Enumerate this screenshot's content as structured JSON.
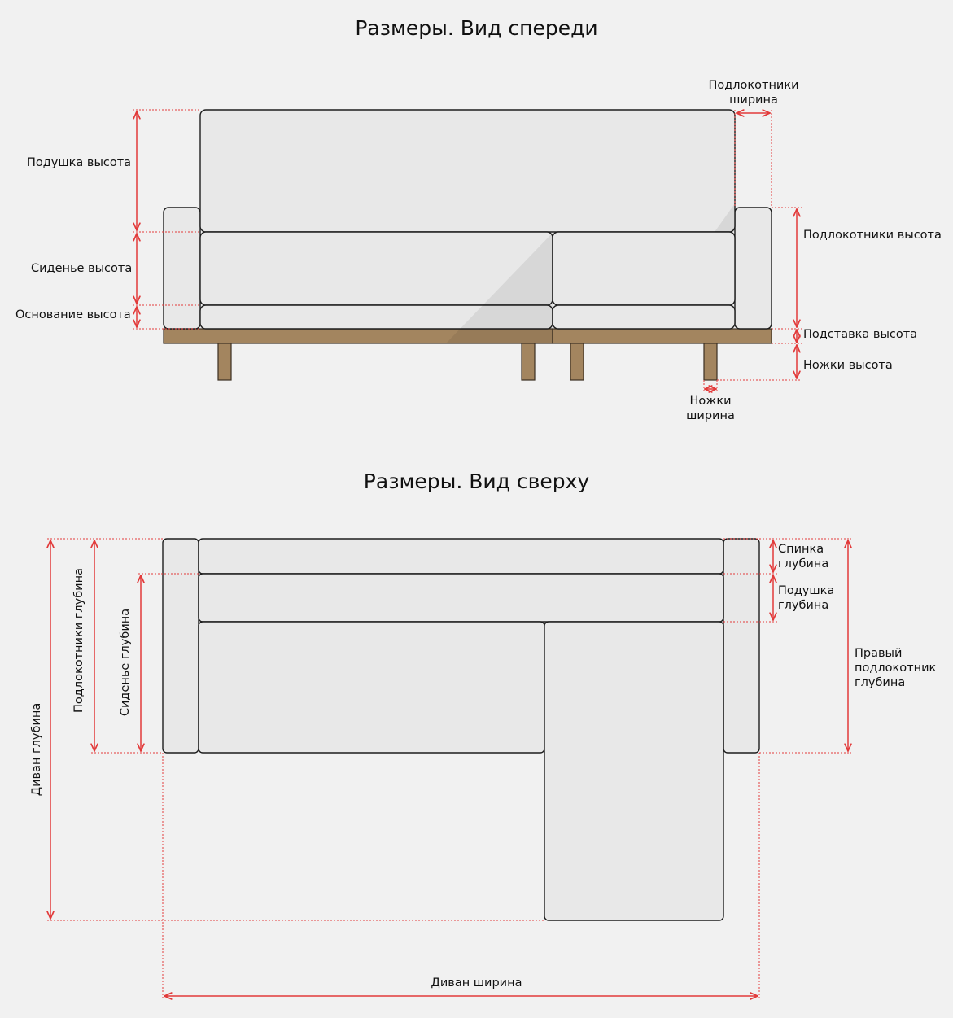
{
  "front_view": {
    "title": "Размеры. Вид спереди",
    "labels": {
      "cushion_height": "Подушка высота",
      "seat_height": "Сиденье высота",
      "base_height": "Основание высота",
      "armrest_width": "Подлокотники\nширина",
      "armrest_height": "Подлокотники высота",
      "stand_height": "Подставка высота",
      "legs_height": "Ножки высота",
      "legs_width": "Ножки\nширина"
    }
  },
  "top_view": {
    "title": "Размеры. Вид сверху",
    "labels": {
      "back_depth": "Спинка\nглубина",
      "cushion_depth": "Подушка\nглубина",
      "right_armrest_depth": "Правый\nподлокотник\nглубина",
      "armrests_depth": "Подлокотники глубина",
      "seat_depth": "Сиденье глубина",
      "sofa_depth": "Диван глубина",
      "sofa_width": "Диван ширина"
    }
  },
  "colors": {
    "background": "#f1f1f1",
    "upholstery": "#e8e8e8",
    "wood": "#a3855f",
    "dimension_line": "#e23a3a"
  }
}
